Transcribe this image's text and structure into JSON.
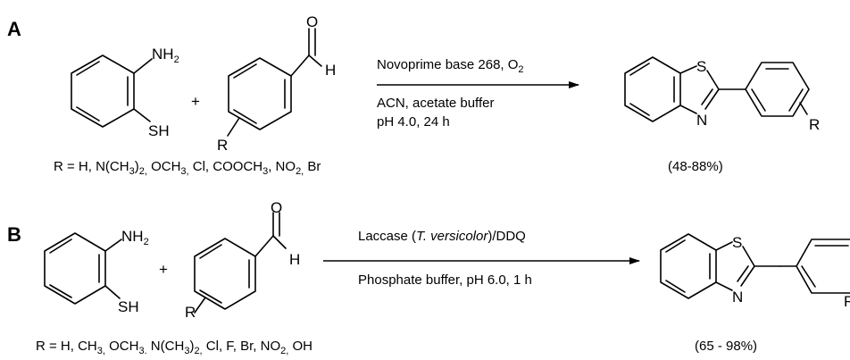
{
  "scheme_a": {
    "panel_label": "A",
    "plus": "+",
    "reactant1": {
      "nh2": "NH",
      "nh2_sub": "2",
      "sh": "SH"
    },
    "reactant2": {
      "o": "O",
      "h": "H",
      "r": "R"
    },
    "conditions_above": {
      "text": "Novoprime base 268, O",
      "sub": "2"
    },
    "conditions_below": [
      "ACN, acetate buffer",
      "pH 4.0, 24 h"
    ],
    "product": {
      "s": "S",
      "n": "N",
      "r": "R"
    },
    "substituents": [
      "R = H, N(CH",
      "3",
      ")",
      "2,",
      " OCH",
      "3,",
      " Cl, COOCH",
      "3",
      ", NO",
      "2,",
      " Br"
    ],
    "yield": "(48-88%)"
  },
  "scheme_b": {
    "panel_label": "B",
    "plus": "+",
    "reactant1": {
      "nh2": "NH",
      "nh2_sub": "2",
      "sh": "SH"
    },
    "reactant2": {
      "o": "O",
      "h": "H",
      "r": "R"
    },
    "conditions_above": {
      "pre": "Laccase (",
      "italic": "T. versicolor",
      "post": ")/DDQ"
    },
    "conditions_below": [
      "Phosphate buffer, pH 6.0, 1 h"
    ],
    "product": {
      "s": "S",
      "n": "N",
      "r": "R"
    },
    "substituents": [
      "R = H, CH",
      "3,",
      " OCH",
      "3.",
      " N(CH",
      "3",
      ")",
      "2,",
      " Cl, F, Br, NO",
      "2,",
      " OH"
    ],
    "yield": "(65 - 98%)"
  }
}
